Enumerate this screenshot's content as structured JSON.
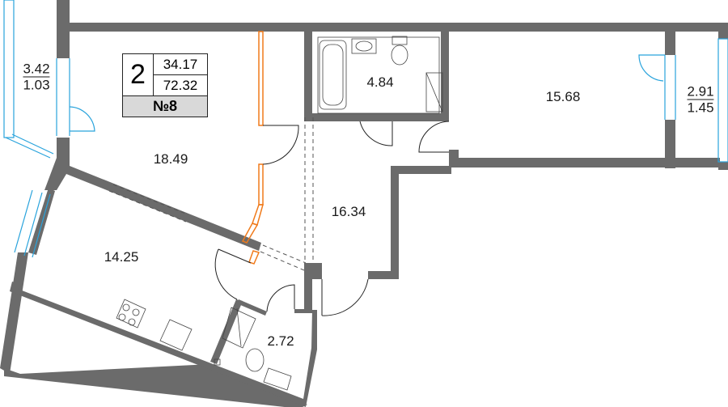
{
  "apartment": {
    "rooms_count": "2",
    "living_area": "34.17",
    "total_area": "72.32",
    "number": "№8"
  },
  "rooms": {
    "living_room": "18.49",
    "kitchen": "14.25",
    "hall": "16.34",
    "bedroom": "15.68",
    "bathroom": "4.84",
    "toilet": "2.72"
  },
  "balconies": {
    "left": {
      "area": "3.42",
      "reduced": "1.03"
    },
    "right": {
      "area": "2.91",
      "reduced": "1.45"
    }
  },
  "colors": {
    "wall": "#6b6b6b",
    "window": "#29a3dc",
    "partition": "#f07a1a",
    "badge_bg": "#d9d9d9"
  }
}
